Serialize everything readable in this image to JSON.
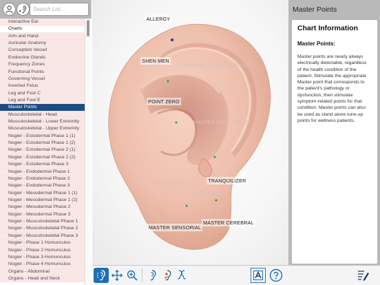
{
  "sidebar": {
    "search_placeholder": "Search List...",
    "items": [
      {
        "label": "Interactive Ear",
        "kind": "fav"
      },
      {
        "label": "Charts",
        "kind": "header"
      },
      {
        "label": "Arm and Hand",
        "kind": "fav"
      },
      {
        "label": "Auricular Anatomy",
        "kind": "fav"
      },
      {
        "label": "Conception Vessel",
        "kind": "fav"
      },
      {
        "label": "Endocrine Glands",
        "kind": "fav"
      },
      {
        "label": "Frequency Zones",
        "kind": "fav"
      },
      {
        "label": "Functional Points",
        "kind": "fav"
      },
      {
        "label": "Governing Vessel",
        "kind": "fav"
      },
      {
        "label": "Inverted Fetus",
        "kind": "fav"
      },
      {
        "label": "Leg and Foot C",
        "kind": "fav"
      },
      {
        "label": "Leg and Foot E",
        "kind": "fav"
      },
      {
        "label": "Master Points",
        "kind": "sel"
      },
      {
        "label": "Musculoskeletal - Head",
        "kind": "fav"
      },
      {
        "label": "Musculoskeletal - Lower Extremity",
        "kind": "fav"
      },
      {
        "label": "Musculoskeletal - Upper Extremity",
        "kind": "fav"
      },
      {
        "label": "Nogier - Ectodermal Phase 1 (1)",
        "kind": "fav"
      },
      {
        "label": "Nogier - Ectodermal Phase 1 (2)",
        "kind": "fav"
      },
      {
        "label": "Nogier - Ectodermal Phase 2 (1)",
        "kind": "fav"
      },
      {
        "label": "Nogier - Ectodermal Phase 2 (2)",
        "kind": "fav"
      },
      {
        "label": "Nogier - Ectodermal Phase 3",
        "kind": "fav"
      },
      {
        "label": "Nogier - Endodermal Phase 1",
        "kind": "fav"
      },
      {
        "label": "Nogier - Endodermal Phase 2",
        "kind": "fav"
      },
      {
        "label": "Nogier - Endodermal Phase 3",
        "kind": "fav"
      },
      {
        "label": "Nogier - Mesodermal Phase 1 (1)",
        "kind": "fav"
      },
      {
        "label": "Nogier - Mesodermal Phase 1 (2)",
        "kind": "fav"
      },
      {
        "label": "Nogier - Mesodermal Phase 2",
        "kind": "fav"
      },
      {
        "label": "Nogier - Mesodermal Phase 3",
        "kind": "fav"
      },
      {
        "label": "Nogier - Musculoskeletal Phase 1",
        "kind": "fav"
      },
      {
        "label": "Nogier - Musculoskeletal Phase 2",
        "kind": "fav"
      },
      {
        "label": "Nogier - Musculoskeletal Phase 3",
        "kind": "fav"
      },
      {
        "label": "Nogier - Phase 1 Homunculus",
        "kind": "fav"
      },
      {
        "label": "Nogier - Phase 2 Homunculus",
        "kind": "fav"
      },
      {
        "label": "Nogier - Phase 3 Homunculus",
        "kind": "fav"
      },
      {
        "label": "Nogier - Phase 4 Homunculus",
        "kind": "fav"
      },
      {
        "label": "Organs - Abdominal",
        "kind": "fav"
      },
      {
        "label": "Organs - Head and Neck",
        "kind": "fav"
      }
    ]
  },
  "viewer": {
    "labels": [
      {
        "id": "allergy",
        "text": "ALLERGY",
        "style": "dark"
      },
      {
        "id": "shen-men",
        "text": "SHEN MEN",
        "style": "dark"
      },
      {
        "id": "sympathetic",
        "text": "SYMPATHETIC AUTONOMIC PT.",
        "style": "faint"
      },
      {
        "id": "point-zero",
        "text": "POINT ZERO",
        "style": "dark"
      },
      {
        "id": "master-oscillation",
        "text": "MASTER OSCILLATION",
        "style": "faint"
      },
      {
        "id": "tranquilizer",
        "text": "TRANQUILIZER",
        "style": "dark"
      },
      {
        "id": "thalamus",
        "text": "THALAMUS",
        "style": "faint"
      },
      {
        "id": "endocrine",
        "text": "ENDOCRINE",
        "style": "faint"
      },
      {
        "id": "master-sensorial",
        "text": "MASTER SENSORIAL",
        "style": "dark"
      },
      {
        "id": "master-cerebral",
        "text": "MASTER CEREBRAL",
        "style": "dark"
      }
    ]
  },
  "toolbar": {
    "buttons": [
      "ear-view-icon",
      "move-icon",
      "zoom-icon",
      "ear-outline-icon",
      "ear-color-icon",
      "ear-pair-icon",
      "notes-icon",
      "help-icon"
    ]
  },
  "right_panel": {
    "title": "Master Points",
    "card_title": "Chart Information",
    "card_subtitle": "Master Points:",
    "card_body": "Master points are nearly always electrically detectable, regardless of the health condition of the patient. Stimulate the appropriate Master point that corresponds to the patient's pathology or dysfunction, then stimulate symptom-related points for that condition. Master points can also be used as stand alone tune-up points for wellness patients."
  },
  "colors": {
    "selected": "#1d4c83",
    "favorite_row": "#fbe6e6",
    "point_green": "#2e9a3e",
    "point_blue": "#2c2fa8",
    "accent_blue": "#1c6fb8"
  }
}
